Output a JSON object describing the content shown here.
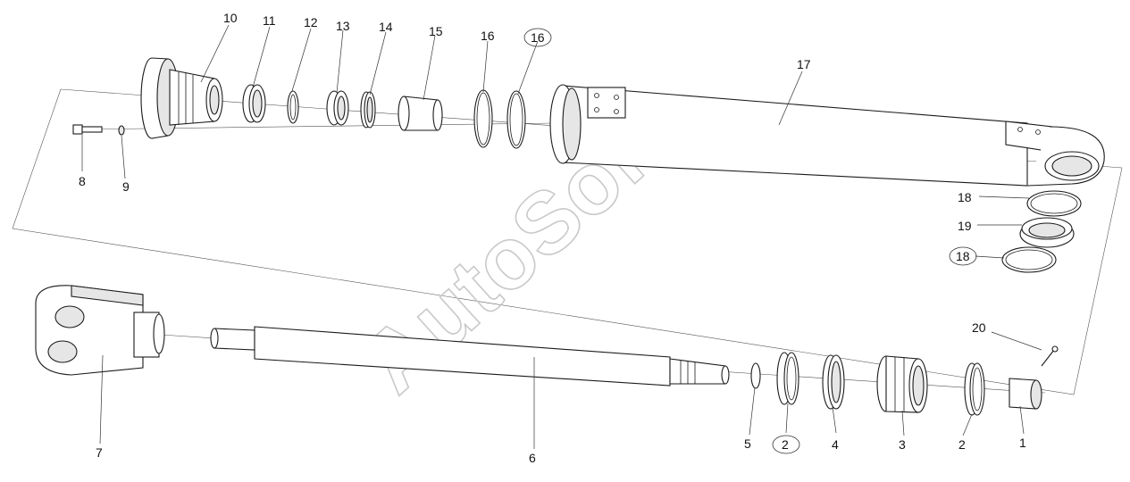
{
  "watermark": "AutoSoft",
  "labels": {
    "l10": "10",
    "l11": "11",
    "l12": "12",
    "l13": "13",
    "l14": "14",
    "l15": "15",
    "l16a": "16",
    "l16b": "16",
    "l17": "17",
    "l8": "8",
    "l9": "9",
    "l18a": "18",
    "l19": "19",
    "l18b": "18",
    "l20": "20",
    "l7": "7",
    "l6": "6",
    "l5": "5",
    "l2a": "2",
    "l4": "4",
    "l3": "3",
    "l2b": "2",
    "l1": "1"
  }
}
